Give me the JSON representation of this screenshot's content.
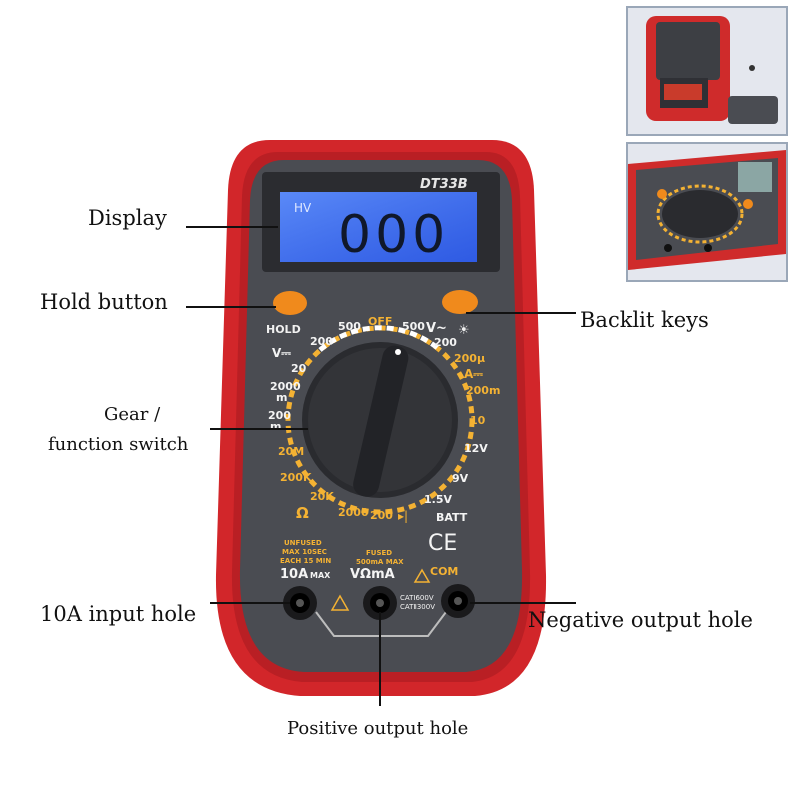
{
  "device": {
    "model": "DT33B",
    "display_indicator": "HV",
    "display_digits": "000",
    "hold_label": "HOLD",
    "ce_mark": "CE",
    "com_label": "COM",
    "input_10a_label": "10A",
    "input_10a_suffix": "MAX",
    "input_vohm_label": "VΩmA",
    "unfused_lines": [
      "UNFUSED",
      "MAX 10SEC",
      "EACH 15 MIN"
    ],
    "fused_lines": [
      "FUSED",
      "500mA MAX"
    ],
    "cat_lines": [
      "CATⅠ600V",
      "CATⅡ300V"
    ],
    "dial_labels": {
      "off": "OFF",
      "v_dc_500": "500",
      "v_ac_500": "500",
      "v_dc_sym": "V⎓",
      "v_ac_sym": "V~",
      "r_200_top": "200",
      "r_200_topright": "200",
      "r_20": "20",
      "r_2000m": "2000",
      "r_2000m_unit": "m",
      "r_200m": "200",
      "r_200m_unit": "m",
      "ohm_20M": "20M",
      "ohm_200K": "200K",
      "ohm_20K": "20K",
      "ohm_sym": "Ω",
      "ohm_2000": "2000",
      "ohm_200": "200",
      "a_200u": "200μ",
      "a_sym": "A⎓",
      "a_200m": "200m",
      "a_10": "10",
      "batt_12v": "12V",
      "batt_9v": "9V",
      "batt_15v": "1.5V",
      "batt_label": "BATT"
    }
  },
  "callouts": {
    "display": "Display",
    "hold_button": "Hold button",
    "backlit_keys": "Backlit keys",
    "gear_line1": "Gear /",
    "gear_line2": "function switch",
    "input_10a": "10A input hole",
    "negative_output": "Negative output hole",
    "positive_output": "Positive output hole"
  },
  "colors": {
    "housing_red": "#d2262a",
    "panel_gray": "#4a4c52",
    "lcd_blue": "#3a6df0",
    "button_orange": "#f08a1c",
    "dial_yellow": "#f4b233"
  }
}
